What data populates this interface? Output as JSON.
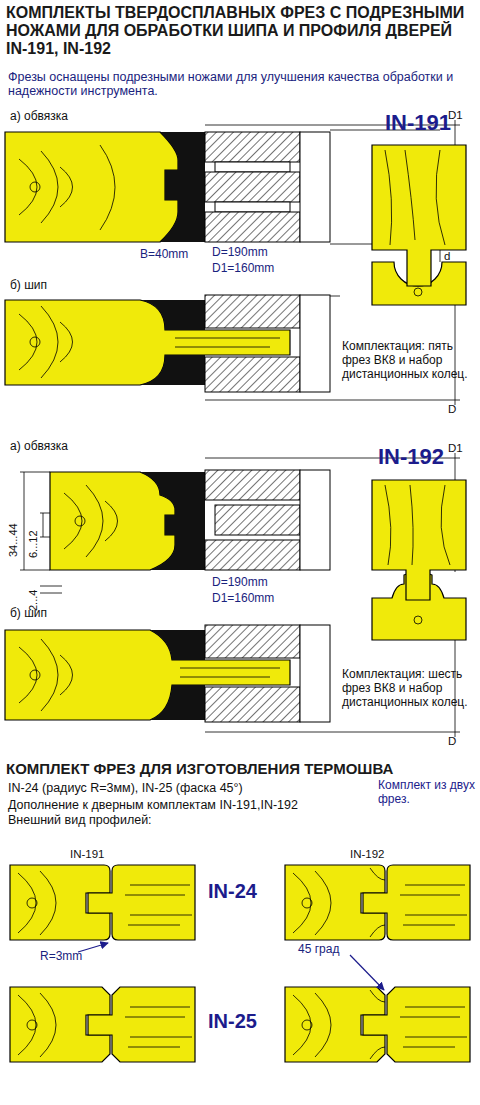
{
  "diagram": {
    "title": "КОМПЛЕКТЫ ТВЕРДОСПЛАВНЫХ ФРЕЗ С ПОДРЕЗНЫМИ НОЖАМИ ДЛЯ ОБРАБОТКИ ШИПА И ПРОФИЛЯ ДВЕРЕЙ IN-191, IN-192",
    "labels": [
      "Фрезы оснащены подрезными ножами для улучшения качества обработки и надежности инструмента.",
      "а) обвязка",
      "D1",
      "IN-191",
      "B=40mm",
      "D=190mm",
      "D1=160mm",
      "d",
      "б) шип",
      "D",
      "Комплектация: пять фрез ВК8 и набор дистанционных колец.",
      "а) обвязка",
      "D1",
      "IN-192",
      "34...44",
      "6...12",
      "D=190mm",
      "D1=160mm",
      "2...4",
      "б) шип",
      "D",
      "Комплектация: шесть фрез ВК8 и набор дистанционных колец.",
      "КОМПЛЕКТ ФРЕЗ ДЛЯ ИЗГОТОВЛЕНИЯ ТЕРМОШВА",
      "IN-24 (радиус R=3мм), IN-25 (фаска 45°)",
      "Комплект из двух фрез.",
      "Дополнение к дверным комплектам IN-191,IN-192",
      "Внешний вид профилей:",
      "IN-191",
      "IN-192",
      "IN-24",
      "R=3mm",
      "45 град",
      "IN-25"
    ]
  }
}
